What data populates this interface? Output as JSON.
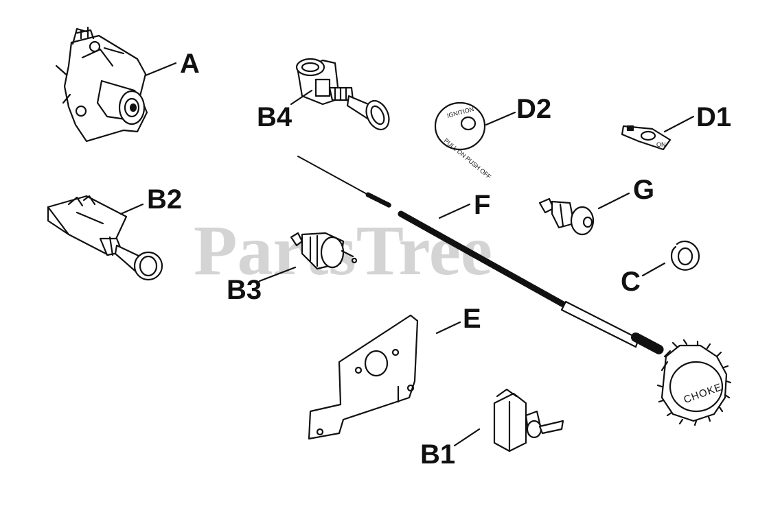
{
  "watermark": "PartsTree",
  "labels": {
    "a": "A",
    "b1": "B1",
    "b2": "B2",
    "b3": "B3",
    "b4": "B4",
    "c": "C",
    "d1": "D1",
    "d2": "D2",
    "e": "E",
    "f": "F",
    "g": "G"
  },
  "decal_text": {
    "d2_top": "IGNITION",
    "d2_bottom": "PULL ON PUSH OFF",
    "d1": "ON",
    "knob": "CHOKE"
  },
  "colors": {
    "ink": "#111111",
    "watermark": "#d4d4d4",
    "background": "#ffffff"
  }
}
